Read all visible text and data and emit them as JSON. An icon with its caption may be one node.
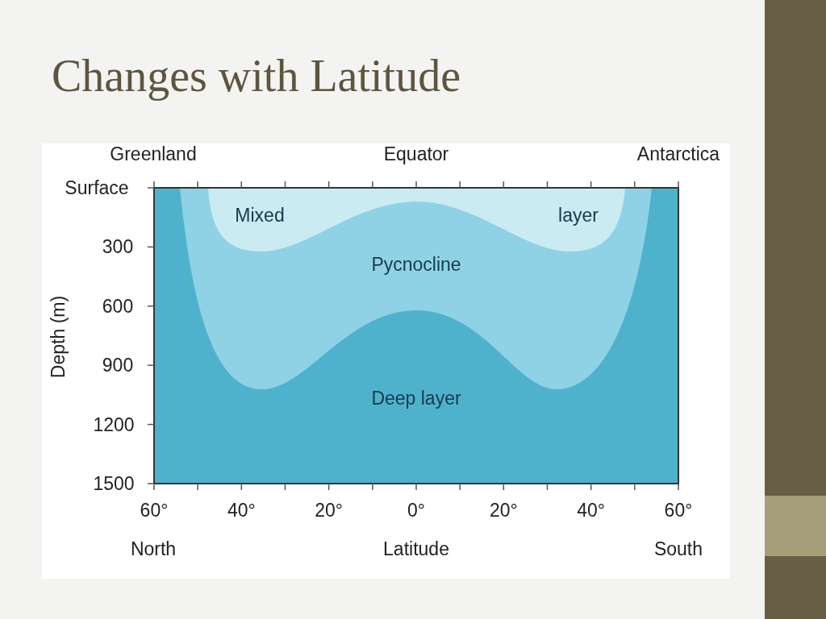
{
  "diagram": {
    "title": "Changes with Latitude",
    "labels": [
      "Greenland",
      "Equator",
      "Antarctica",
      "Surface",
      "Mixed",
      "layer",
      "300",
      "Pycnocline",
      "600",
      "Depth (m)",
      "900",
      "Deep layer",
      "1200",
      "1500",
      "60°",
      "40°",
      "20°",
      "0°",
      "20°",
      "40°",
      "60°",
      "North",
      "Latitude",
      "South"
    ]
  }
}
